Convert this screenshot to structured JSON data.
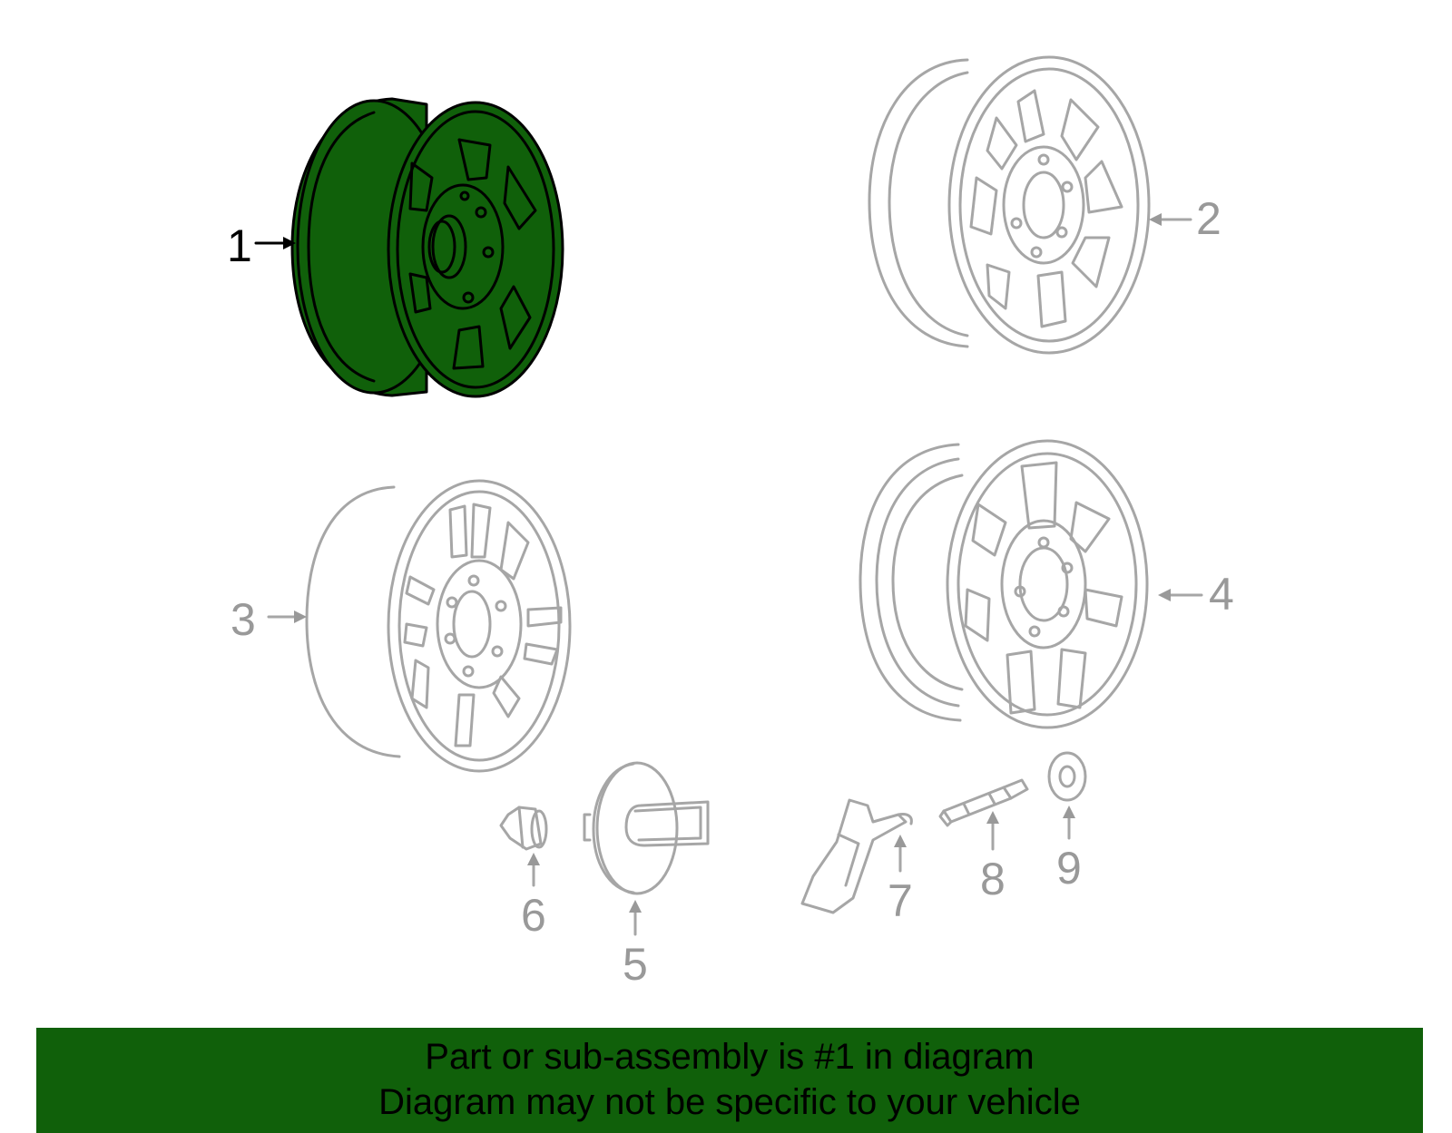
{
  "colors": {
    "highlight": "#10600a",
    "line_gray": "#a6a6a6",
    "callout_gray": "#999999",
    "banner": "#10600a",
    "outline": "#000000"
  },
  "callouts": {
    "c1": "1",
    "c2": "2",
    "c3": "3",
    "c4": "4",
    "c5": "5",
    "c6": "6",
    "c7": "7",
    "c8": "8",
    "c9": "9"
  },
  "highlighted_part": "1",
  "banner": {
    "line1": "Part or sub-assembly is #1 in diagram",
    "line2": "Diagram may not be specific to your vehicle"
  }
}
